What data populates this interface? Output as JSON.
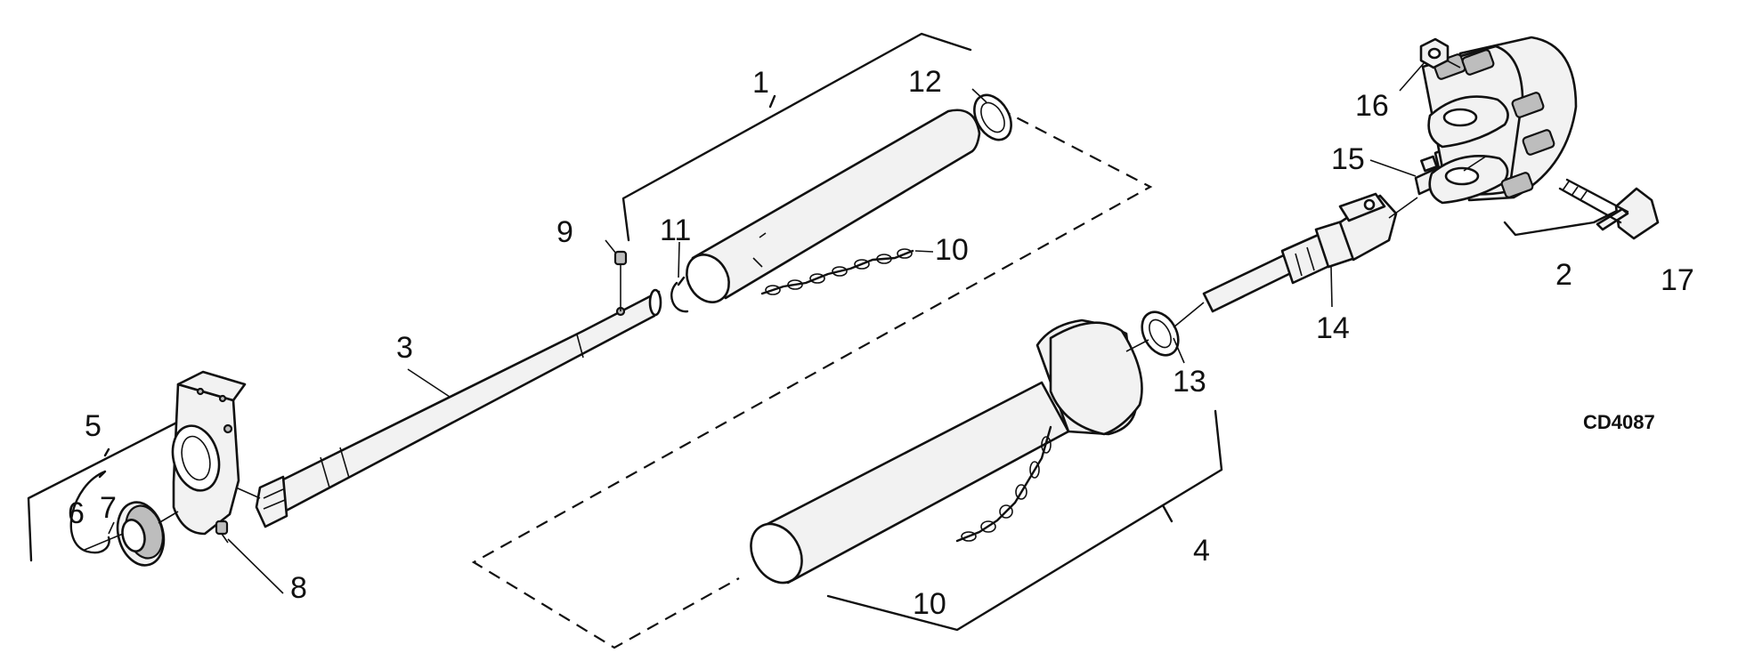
{
  "figure": {
    "code": "CD4087",
    "labels": [
      {
        "id": "l1",
        "text": "1"
      },
      {
        "id": "l2",
        "text": "2"
      },
      {
        "id": "l3",
        "text": "3"
      },
      {
        "id": "l4",
        "text": "4"
      },
      {
        "id": "l5",
        "text": "5"
      },
      {
        "id": "l6",
        "text": "6"
      },
      {
        "id": "l7",
        "text": "7"
      },
      {
        "id": "l8",
        "text": "8"
      },
      {
        "id": "l9",
        "text": "9"
      },
      {
        "id": "l10a",
        "text": "10"
      },
      {
        "id": "l10b",
        "text": "10"
      },
      {
        "id": "l11",
        "text": "11"
      },
      {
        "id": "l12",
        "text": "12"
      },
      {
        "id": "l13",
        "text": "13"
      },
      {
        "id": "l14",
        "text": "14"
      },
      {
        "id": "l15",
        "text": "15"
      },
      {
        "id": "l16",
        "text": "16"
      },
      {
        "id": "l17",
        "text": "17"
      }
    ]
  }
}
